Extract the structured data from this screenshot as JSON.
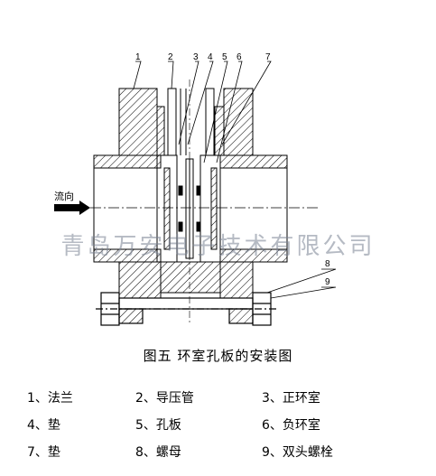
{
  "diagram": {
    "callouts": [
      "1",
      "2",
      "3",
      "4",
      "5",
      "6",
      "7",
      "8",
      "9"
    ],
    "flow_label": "流向",
    "caption": "图五 环室孔板的安装图",
    "watermark": "青岛万安电子技术有限公司"
  },
  "legend": [
    "1、法兰",
    "2、导压管",
    "3、正环室",
    "4、垫",
    "5、孔板",
    "6、负环室",
    "7、垫",
    "8、螺母",
    "9、双头螺栓"
  ],
  "colors": {
    "line": "#000000",
    "hatch": "#000000",
    "watermark": "#7a8291"
  }
}
